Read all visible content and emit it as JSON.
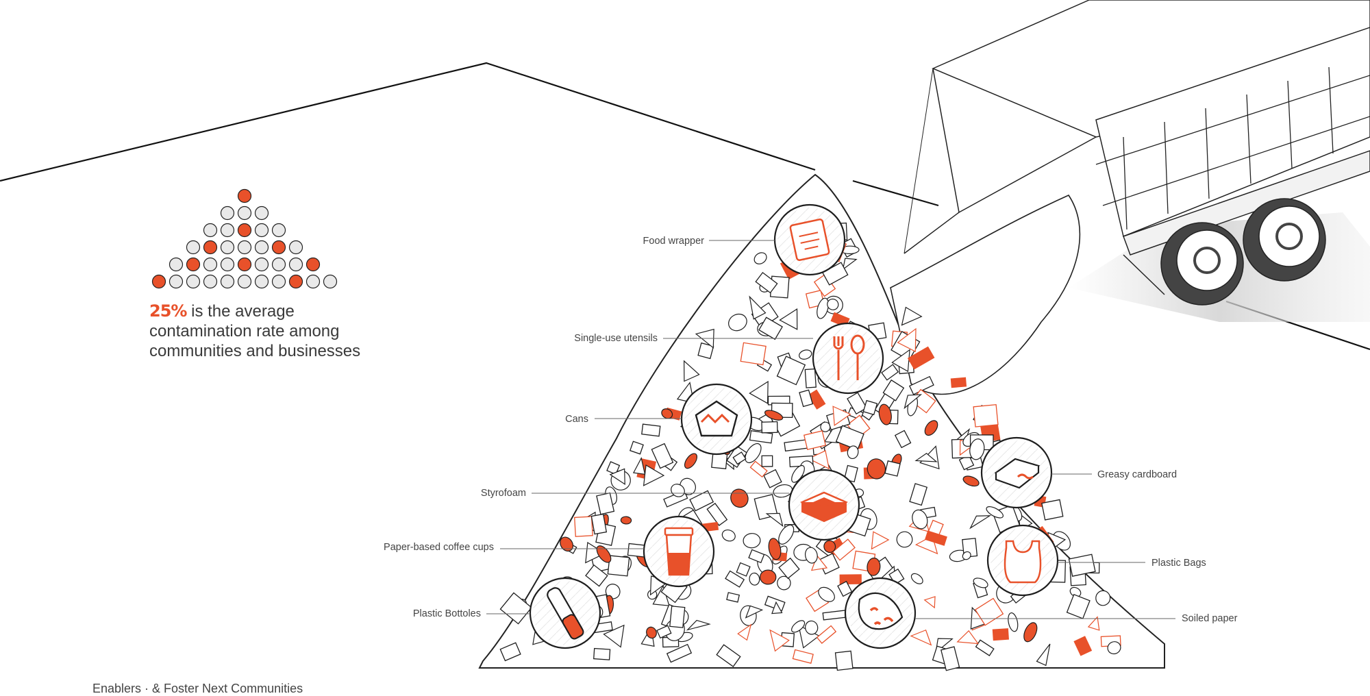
{
  "headline": {
    "percent": "25%",
    "text": " is the average contamination rate among communities and businesses"
  },
  "dot_pyramid": {
    "rows": [
      [
        1
      ],
      [
        0,
        0,
        0
      ],
      [
        0,
        0,
        1,
        0,
        0
      ],
      [
        0,
        1,
        0,
        0,
        0,
        1,
        0
      ],
      [
        0,
        1,
        0,
        0,
        1,
        0,
        0,
        0,
        1
      ],
      [
        1,
        0,
        0,
        0,
        0,
        0,
        0,
        0,
        1,
        0,
        0
      ]
    ],
    "highlight_color": "#e8512a",
    "base_color": "#e9e9e9"
  },
  "labels": {
    "left": [
      "Food wrapper",
      "Single-use utensils",
      "Cans",
      "Styrofoam",
      "Paper-based coffee cups",
      "Plastic Bottoles"
    ],
    "right": [
      "Greasy cardboard",
      "Plastic Bags",
      "Soiled paper"
    ]
  },
  "icons": [
    "food-wrapper-icon",
    "utensils-icon",
    "can-icon",
    "styrofoam-box-icon",
    "coffee-cup-icon",
    "plastic-bottle-icon",
    "greasy-cardboard-icon",
    "plastic-bag-icon",
    "soiled-paper-icon"
  ],
  "colors": {
    "accent": "#e8512a",
    "ink": "#1e1e1e"
  },
  "footer_text": "Enablers · & Foster Next Communities"
}
